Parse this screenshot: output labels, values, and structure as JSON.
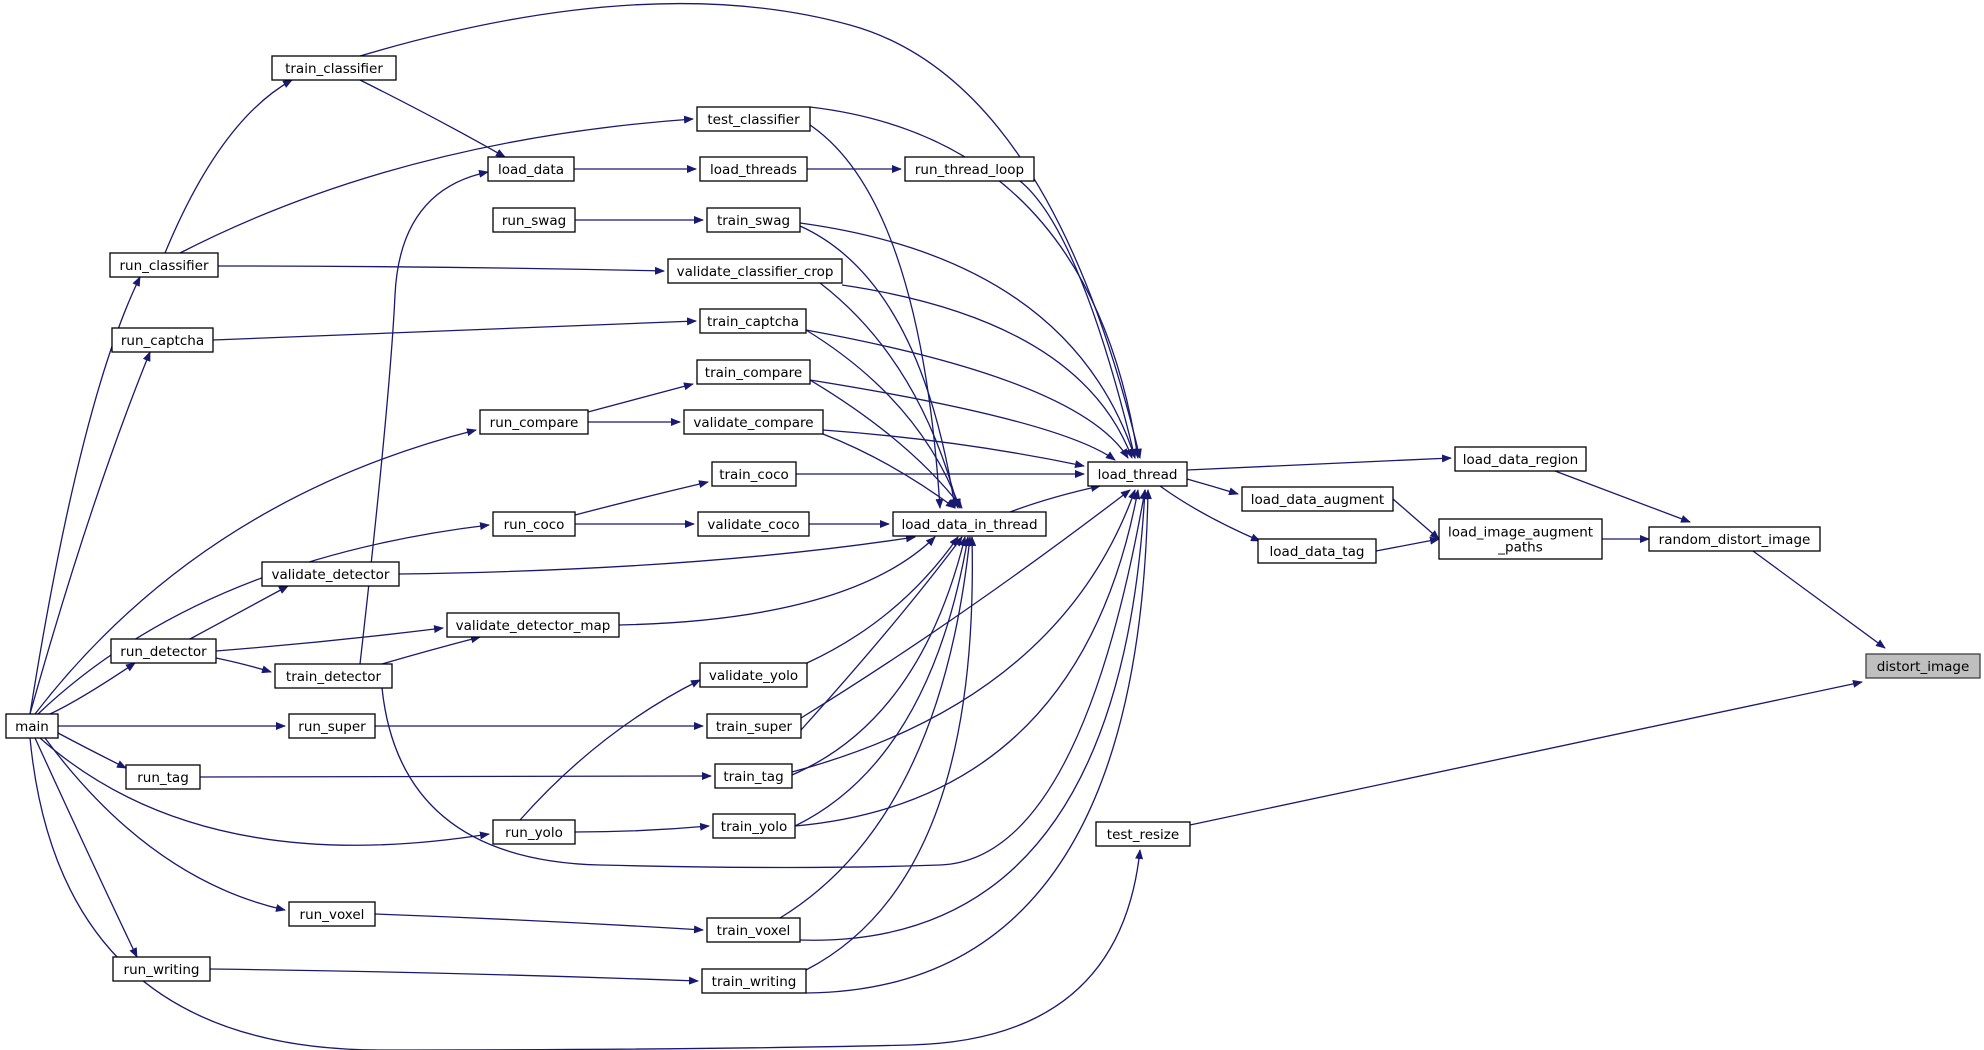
{
  "graph": {
    "title": "",
    "highlighted_node": "distort_image",
    "colors": {
      "edge": "#191970",
      "node_border": "#000000",
      "node_fill": "#ffffff",
      "highlight_fill": "#bfbfbf"
    },
    "nodes": {
      "distort_image": [
        "distort_image"
      ],
      "random_distort_image": [
        "random_distort_image"
      ],
      "test_resize": [
        "test_resize"
      ],
      "load_data_region": [
        "load_data_region"
      ],
      "load_image_augment_paths": [
        "load_image_augment",
        "_paths"
      ],
      "load_data_augment": [
        "load_data_augment"
      ],
      "load_data_tag": [
        "load_data_tag"
      ],
      "load_thread": [
        "load_thread"
      ],
      "load_data_in_thread": [
        "load_data_in_thread"
      ],
      "run_thread_loop": [
        "run_thread_loop"
      ],
      "load_threads": [
        "load_threads"
      ],
      "load_data": [
        "load_data"
      ],
      "train_classifier": [
        "train_classifier"
      ],
      "test_classifier": [
        "test_classifier"
      ],
      "train_swag": [
        "train_swag"
      ],
      "run_swag": [
        "run_swag"
      ],
      "validate_classifier_crop": [
        "validate_classifier_crop"
      ],
      "train_captcha": [
        "train_captcha"
      ],
      "train_compare": [
        "train_compare"
      ],
      "validate_compare": [
        "validate_compare"
      ],
      "train_coco": [
        "train_coco"
      ],
      "validate_coco": [
        "validate_coco"
      ],
      "validate_detector": [
        "validate_detector"
      ],
      "validate_detector_map": [
        "validate_detector_map"
      ],
      "validate_yolo": [
        "validate_yolo"
      ],
      "train_super": [
        "train_super"
      ],
      "train_tag": [
        "train_tag"
      ],
      "train_yolo": [
        "train_yolo"
      ],
      "train_voxel": [
        "train_voxel"
      ],
      "train_writing": [
        "train_writing"
      ],
      "train_detector": [
        "train_detector"
      ],
      "run_classifier": [
        "run_classifier"
      ],
      "run_captcha": [
        "run_captcha"
      ],
      "run_compare": [
        "run_compare"
      ],
      "run_coco": [
        "run_coco"
      ],
      "run_detector": [
        "run_detector"
      ],
      "run_super": [
        "run_super"
      ],
      "run_tag": [
        "run_tag"
      ],
      "run_yolo": [
        "run_yolo"
      ],
      "run_voxel": [
        "run_voxel"
      ],
      "run_writing": [
        "run_writing"
      ],
      "main": [
        "main"
      ]
    },
    "edges": [
      [
        "random_distort_image",
        "distort_image"
      ],
      [
        "test_resize",
        "distort_image"
      ],
      [
        "load_image_augment_paths",
        "random_distort_image"
      ],
      [
        "load_data_region",
        "random_distort_image"
      ],
      [
        "load_data_augment",
        "load_image_augment_paths"
      ],
      [
        "load_data_tag",
        "load_image_augment_paths"
      ],
      [
        "load_thread",
        "load_data_region"
      ],
      [
        "load_thread",
        "load_data_augment"
      ],
      [
        "load_thread",
        "load_data_tag"
      ],
      [
        "load_data_in_thread",
        "load_thread"
      ],
      [
        "run_thread_loop",
        "load_thread"
      ],
      [
        "train_classifier",
        "load_thread"
      ],
      [
        "test_classifier",
        "load_thread"
      ],
      [
        "train_swag",
        "load_thread"
      ],
      [
        "validate_classifier_crop",
        "load_thread"
      ],
      [
        "train_captcha",
        "load_thread"
      ],
      [
        "train_compare",
        "load_thread"
      ],
      [
        "validate_compare",
        "load_thread"
      ],
      [
        "train_coco",
        "load_thread"
      ],
      [
        "train_super",
        "load_thread"
      ],
      [
        "train_tag",
        "load_thread"
      ],
      [
        "train_yolo",
        "load_thread"
      ],
      [
        "train_detector",
        "load_thread"
      ],
      [
        "train_voxel",
        "load_thread"
      ],
      [
        "train_writing",
        "load_thread"
      ],
      [
        "main",
        "test_resize"
      ],
      [
        "test_classifier",
        "load_data_in_thread"
      ],
      [
        "train_swag",
        "load_data_in_thread"
      ],
      [
        "validate_classifier_crop",
        "load_data_in_thread"
      ],
      [
        "train_captcha",
        "load_data_in_thread"
      ],
      [
        "train_compare",
        "load_data_in_thread"
      ],
      [
        "validate_compare",
        "load_data_in_thread"
      ],
      [
        "validate_coco",
        "load_data_in_thread"
      ],
      [
        "validate_detector",
        "load_data_in_thread"
      ],
      [
        "validate_detector_map",
        "load_data_in_thread"
      ],
      [
        "validate_yolo",
        "load_data_in_thread"
      ],
      [
        "train_super",
        "load_data_in_thread"
      ],
      [
        "train_tag",
        "load_data_in_thread"
      ],
      [
        "train_yolo",
        "load_data_in_thread"
      ],
      [
        "train_voxel",
        "load_data_in_thread"
      ],
      [
        "train_writing",
        "load_data_in_thread"
      ],
      [
        "train_detector",
        "load_data"
      ],
      [
        "load_threads",
        "run_thread_loop"
      ],
      [
        "load_data",
        "load_threads"
      ],
      [
        "train_classifier",
        "load_data"
      ],
      [
        "run_swag",
        "train_swag"
      ],
      [
        "run_classifier",
        "train_classifier"
      ],
      [
        "run_classifier",
        "test_classifier"
      ],
      [
        "run_classifier",
        "validate_classifier_crop"
      ],
      [
        "run_captcha",
        "train_captcha"
      ],
      [
        "run_compare",
        "train_compare"
      ],
      [
        "run_compare",
        "validate_compare"
      ],
      [
        "run_coco",
        "train_coco"
      ],
      [
        "run_coco",
        "validate_coco"
      ],
      [
        "run_detector",
        "validate_detector"
      ],
      [
        "run_detector",
        "validate_detector_map"
      ],
      [
        "train_detector",
        "validate_detector_map"
      ],
      [
        "run_yolo",
        "validate_yolo"
      ],
      [
        "run_super",
        "train_super"
      ],
      [
        "run_tag",
        "train_tag"
      ],
      [
        "run_yolo",
        "train_yolo"
      ],
      [
        "run_voxel",
        "train_voxel"
      ],
      [
        "run_writing",
        "train_writing"
      ],
      [
        "run_detector",
        "train_detector"
      ],
      [
        "main",
        "run_classifier"
      ],
      [
        "main",
        "run_captcha"
      ],
      [
        "main",
        "run_compare"
      ],
      [
        "main",
        "run_coco"
      ],
      [
        "main",
        "run_detector"
      ],
      [
        "main",
        "run_super"
      ],
      [
        "main",
        "run_tag"
      ],
      [
        "main",
        "run_yolo"
      ],
      [
        "main",
        "run_voxel"
      ],
      [
        "main",
        "run_writing"
      ]
    ]
  }
}
